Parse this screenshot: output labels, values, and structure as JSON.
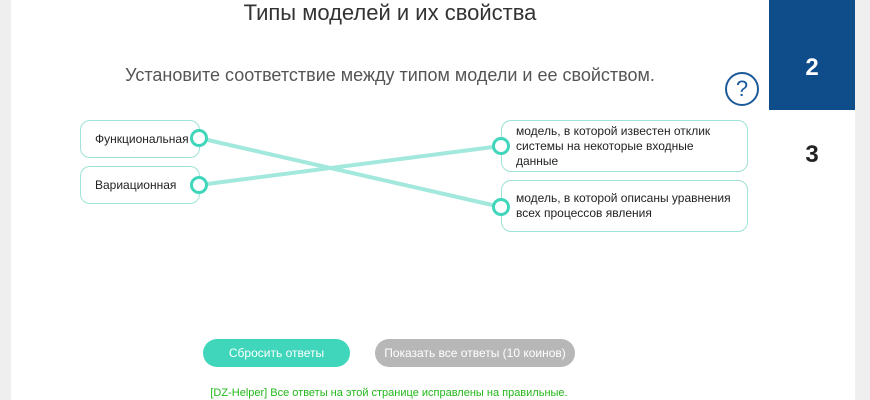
{
  "page": {
    "title": "Типы моделей и их свойства",
    "instruction": "Установите соответствие между типом модели и ее свойством.",
    "help_symbol": "?"
  },
  "left_items": [
    {
      "label": "Функциональная"
    },
    {
      "label": "Вариационная"
    }
  ],
  "right_items": [
    {
      "label": "модель, в которой известен отклик системы на некоторые входные данные"
    },
    {
      "label": "модель, в которой описаны уравнения всех процессов явления"
    }
  ],
  "connections": [
    {
      "from": 0,
      "to": 1
    },
    {
      "from": 1,
      "to": 0
    }
  ],
  "buttons": {
    "reset_label": "Сбросить ответы",
    "show_all_label": "Показать все ответы (10 коинов)"
  },
  "helper_note": "[DZ-Helper] Все ответы на этой странице исправлены на правильные.",
  "sidebar": {
    "steps": [
      {
        "label": "2",
        "active": true
      },
      {
        "label": "3",
        "active": false
      }
    ]
  },
  "colors": {
    "accent": "#3fd6bb",
    "line": "#a3e8dd",
    "active_step": "#0f4c8a",
    "help": "#1d5a99",
    "helper_text": "#22b81a"
  }
}
